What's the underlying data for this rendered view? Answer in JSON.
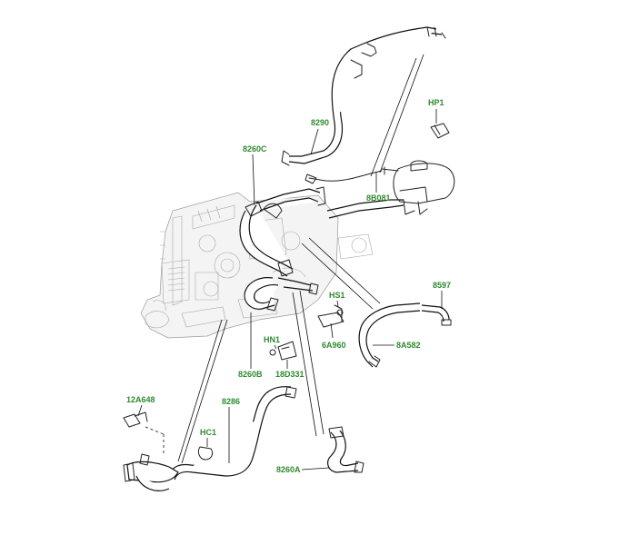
{
  "labels": {
    "l8290": "8290",
    "l8260C": "8260C",
    "lHP1": "HP1",
    "l8B081": "8B081",
    "l8597": "8597",
    "lHS1": "HS1",
    "l6A960": "6A960",
    "l8A582": "8A582",
    "lHN1": "HN1",
    "l18D331": "18D331",
    "l8260B": "8260B",
    "l12A648": "12A648",
    "l8286": "8286",
    "lHC1": "HC1",
    "l8260A": "8260A"
  },
  "colors": {
    "label": "#2e8b2e",
    "line": "#111111",
    "engine": "#9a9a9a"
  }
}
